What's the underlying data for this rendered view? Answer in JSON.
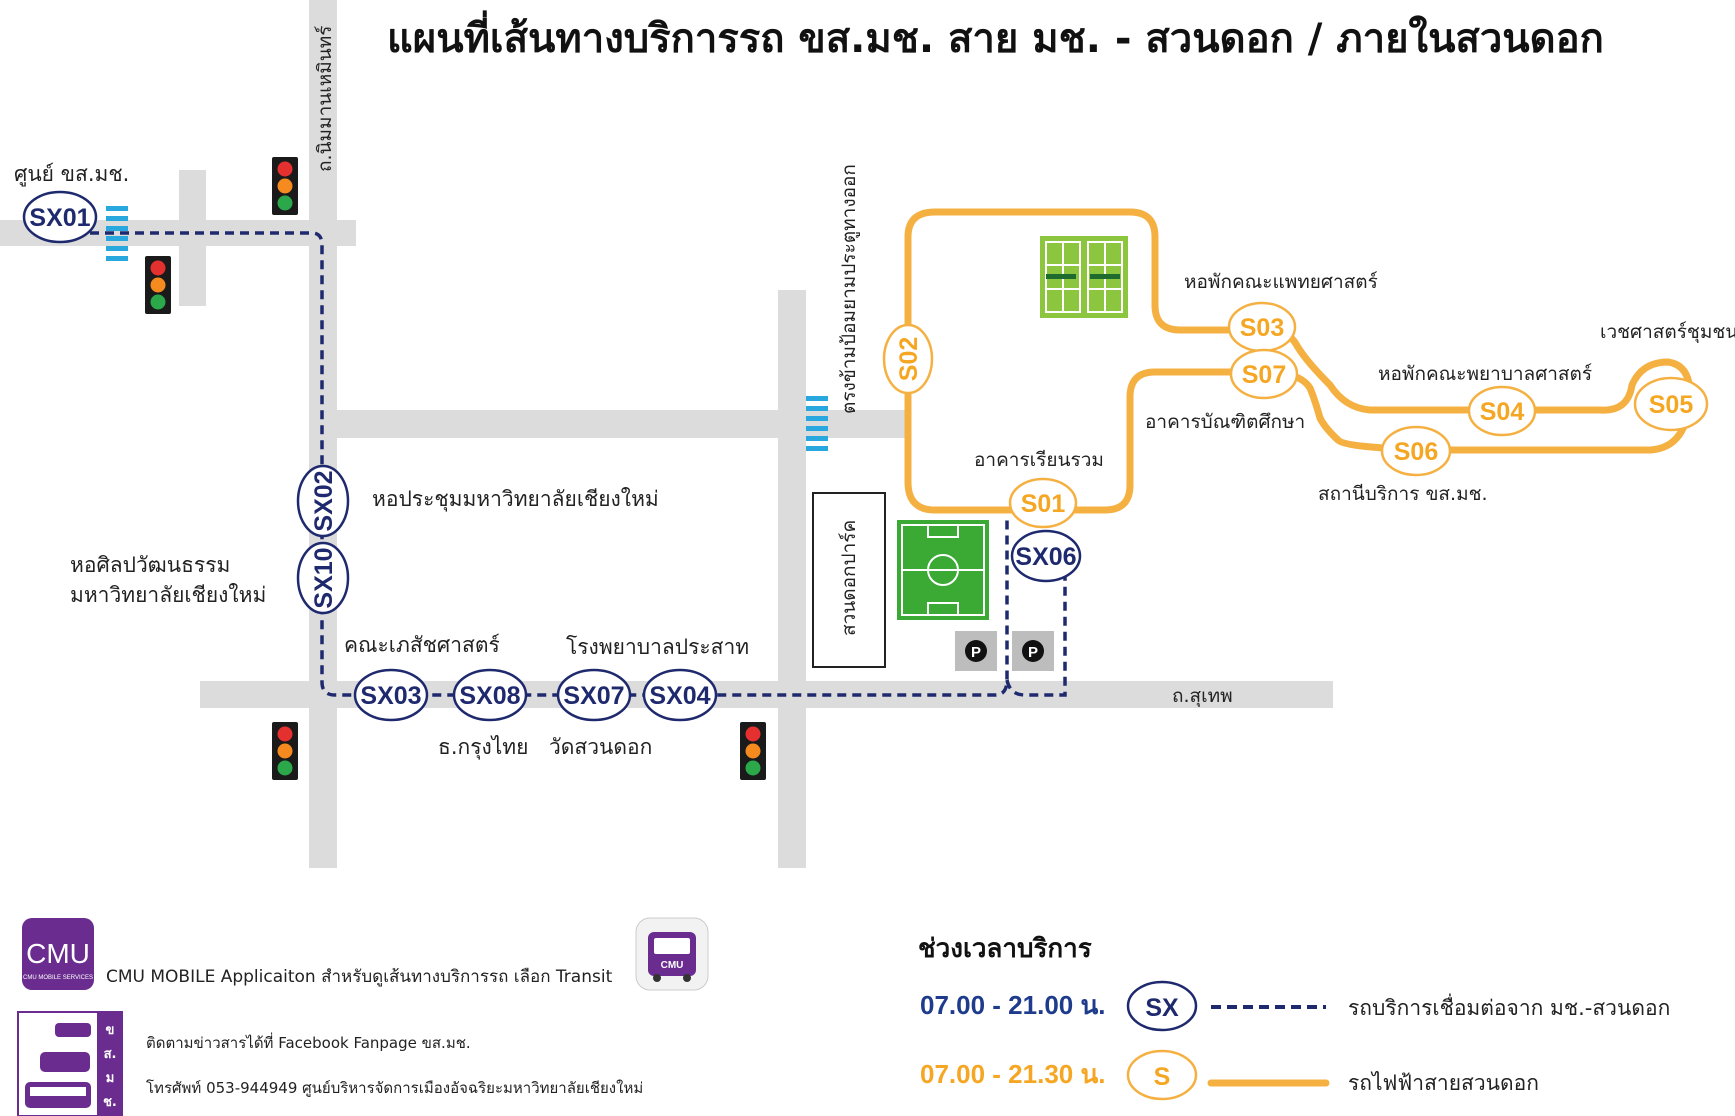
{
  "title": "แผนที่เส้นทางบริการรถ ขส.มช. สาย มช. - สวนดอก / ภายในสวนดอก",
  "roads": {
    "nimman": "ถ.นิมมานเหมินทร์",
    "suthep": "ถ.สุเทพ",
    "gate": "ตรงข้ามป้อมยามประตูทางออก",
    "park": "สวนดอกปาร์ค"
  },
  "places": {
    "center": "ศูนย์ ขส.มช.",
    "hall": "หอประชุมมหาวิทยาลัยเชียงใหม่",
    "art1": "หอศิลปวัฒนธรรม",
    "art2": "มหาวิทยาลัยเชียงใหม่",
    "pharmacy": "คณะเภสัชศาสตร์",
    "hospital": "โรงพยาบาลประสาท",
    "ktb": "ธ.กรุงไทย",
    "temple": "วัดสวนดอก",
    "classroom": "อาคารเรียนรวม",
    "med_dorm": "หอพักคณะแพทยศาสตร์",
    "grad": "อาคารบัณฑิตศึกษา",
    "nurse_dorm": "หอพักคณะพยาบาลศาสตร์",
    "community": "เวชศาสตร์ชุมชน",
    "station": "สถานีบริการ ขส.มช."
  },
  "stops": {
    "sx01": "SX01",
    "sx02": "SX02",
    "sx10": "SX10",
    "sx03": "SX03",
    "sx08": "SX08",
    "sx07": "SX07",
    "sx04": "SX04",
    "sx06": "SX06",
    "s01": "S01",
    "s02": "S02",
    "s03": "S03",
    "s04": "S04",
    "s05": "S05",
    "s06": "S06",
    "s07": "S07"
  },
  "parking": "P",
  "footer": {
    "cmu_logo": "CMU",
    "cmu_logo_sub": "CMU MOBILE SERVICES",
    "app_text": "CMU MOBILE Applicaiton สำหรับดูเส้นทางบริการรถ เลือก Transit",
    "app_icon": "CMU",
    "facebook": "ติดตามข่าวสารได้ที่ Facebook Fanpage ขส.มช.",
    "phone": "โทรศัพท์ 053-944949 ศูนย์บริหารจัดการเมืองอัจฉริยะมหาวิทยาลัยเชียงใหม่",
    "side_letters": [
      "ข",
      "ส.",
      "ม",
      "ช."
    ]
  },
  "legend": {
    "heading": "ช่วงเวลาบริการ",
    "sx_time": "07.00 - 21.00 น.",
    "sx_badge": "SX",
    "sx_desc": "รถบริการเชื่อมต่อจาก มช.-สวนดอก",
    "s_time": "07.00 - 21.30 น.",
    "s_badge": "S",
    "s_desc": "รถไฟฟ้าสายสวนดอก"
  },
  "colors": {
    "road": "#dcdcdc",
    "sx_route": "#1f2a6e",
    "s_route": "#f5b042",
    "field": "#8cc63f",
    "football": "#3aaa35",
    "crosswalk": "#29a8e0",
    "brand_purple": "#6a2c8e"
  }
}
